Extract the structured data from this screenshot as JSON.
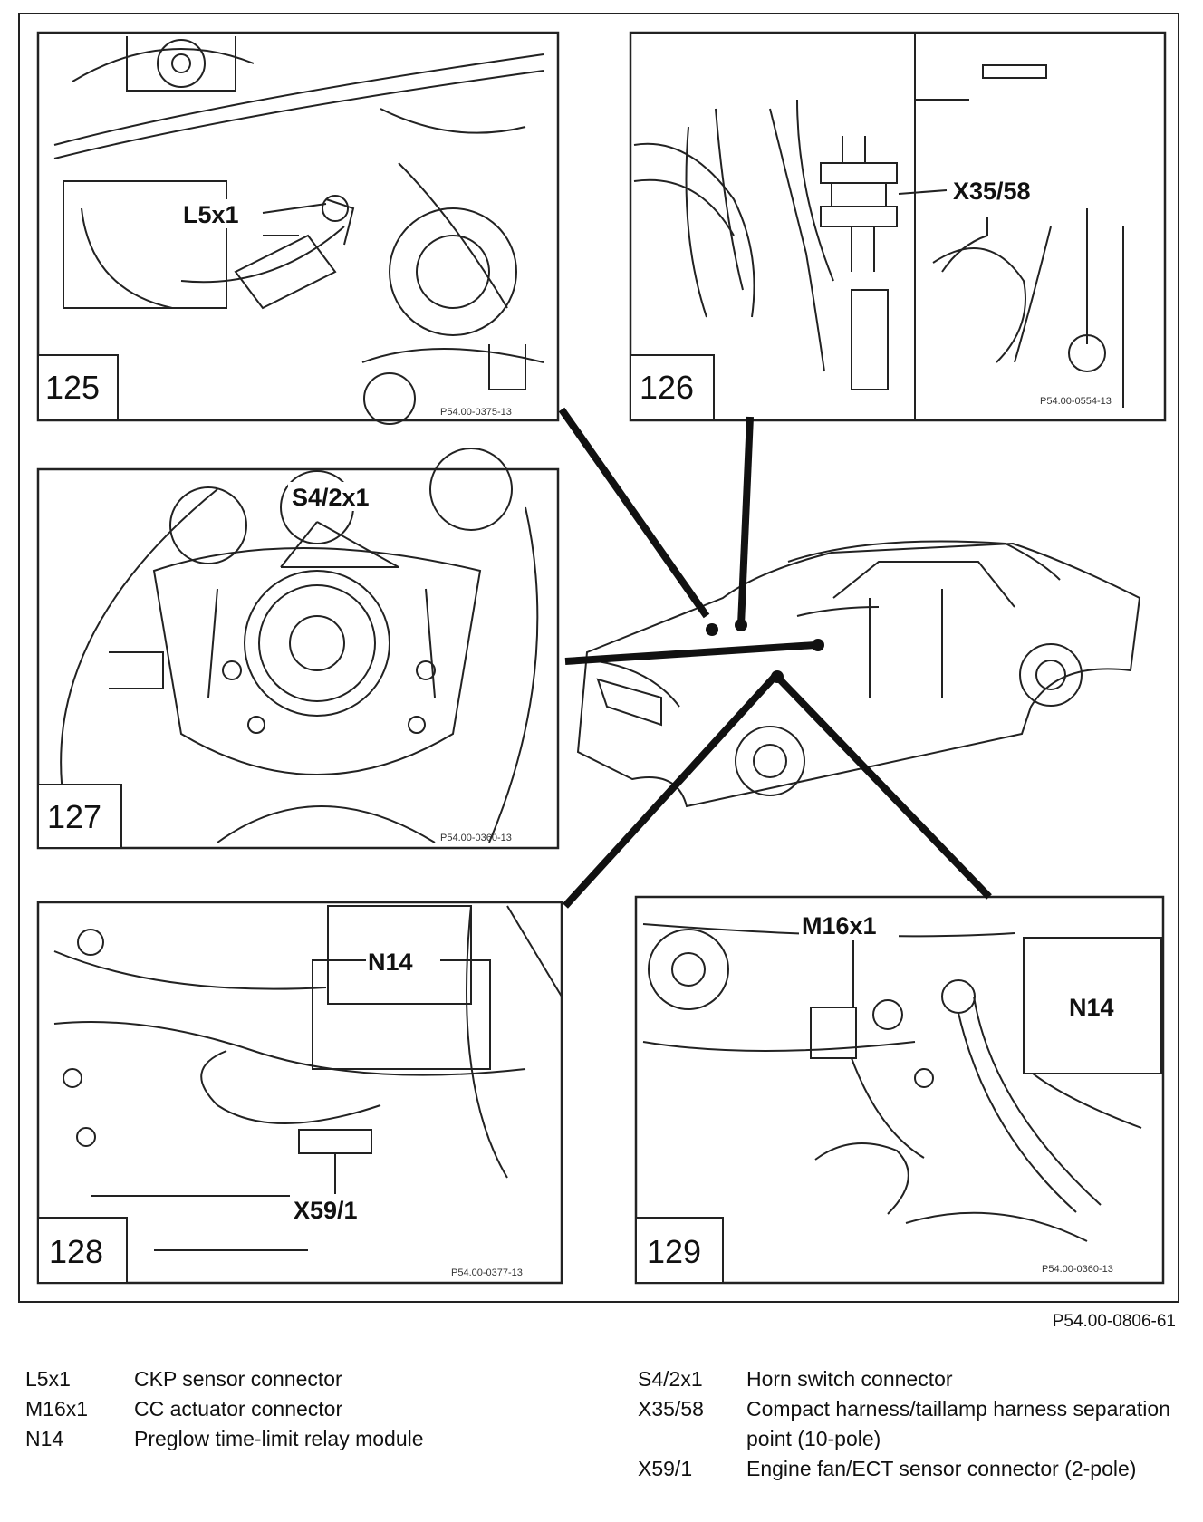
{
  "panels": [
    {
      "number": "125",
      "callouts": [
        "L5x1"
      ],
      "photo_code": "P54.00-0375-13"
    },
    {
      "number": "126",
      "callouts": [
        "X35/58"
      ],
      "photo_code": "P54.00-0554-13"
    },
    {
      "number": "127",
      "callouts": [
        "S4/2x1"
      ],
      "photo_code": "P54.00-0360-13"
    },
    {
      "number": "128",
      "callouts": [
        "N14",
        "X59/1"
      ],
      "photo_code": "P54.00-0377-13"
    },
    {
      "number": "129",
      "callouts": [
        "M16x1",
        "N14"
      ],
      "photo_code": "P54.00-0360-13"
    }
  ],
  "figure_reference": "P54.00-0806-61",
  "legend_left": [
    {
      "code": "L5x1",
      "description": "CKP sensor connector"
    },
    {
      "code": "M16x1",
      "description": "CC actuator connector"
    },
    {
      "code": "N14",
      "description": "Preglow time-limit relay module"
    }
  ],
  "legend_right": [
    {
      "code": "S4/2x1",
      "description": "Horn switch connector"
    },
    {
      "code": "X35/58",
      "description": "Compact harness/taillamp harness separation point (10-pole)"
    },
    {
      "code": "X59/1",
      "description": "Engine fan/ECT sensor connector (2-pole)"
    }
  ],
  "icons": [
    "car-illustration-icon",
    "steering-wheel-icon",
    "radiator-cap-icon"
  ]
}
